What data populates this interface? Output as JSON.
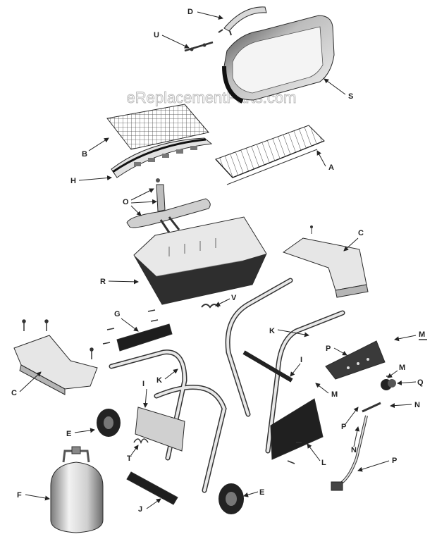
{
  "watermark": "eReplacementParts.com",
  "labels": {
    "A": "A",
    "B": "B",
    "C": "C",
    "D": "D",
    "E": "E",
    "F": "F",
    "G": "G",
    "H": "H",
    "I": "I",
    "J": "J",
    "K": "K",
    "L": "L",
    "M": "M",
    "N": "N",
    "O": "O",
    "P": "P",
    "Q": "Q",
    "R": "R",
    "S": "S",
    "T": "T",
    "U": "U",
    "V": "V"
  }
}
